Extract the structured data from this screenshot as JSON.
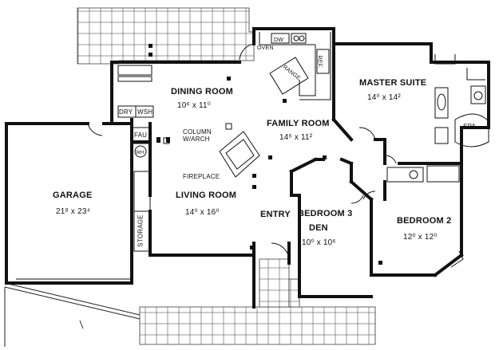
{
  "rooms": {
    "dining": {
      "name": "DINING ROOM",
      "dim": "10⁶ x 11⁰"
    },
    "family": {
      "name": "FAMILY ROOM",
      "dim": "14⁶ x 11²"
    },
    "master": {
      "name": "MASTER SUITE",
      "dim": "14⁰ x 14²"
    },
    "garage": {
      "name": "GARAGE",
      "dim": "21⁸ x 23⁴"
    },
    "living": {
      "name": "LIVING ROOM",
      "dim": "14⁰ x 16⁰"
    },
    "bedroom3": {
      "name": "BEDROOM 3",
      "name2": "DEN",
      "dim": "10⁰ x 10⁶"
    },
    "bedroom2": {
      "name": "BEDROOM 2",
      "dim": "12⁰ x 12⁰"
    }
  },
  "labels": {
    "oven": "OVEN",
    "dw": "DW",
    "range": "RANGE",
    "ref": "REF.",
    "dry": "DRY",
    "wsh": "WSH",
    "fau": "FAU",
    "wh": "WH",
    "column1": "COLUMN",
    "column2": "W/ARCH",
    "fireplace": "FIREPLACE",
    "entry": "ENTRY",
    "storage": "STORAGE",
    "spa": "SPA"
  }
}
